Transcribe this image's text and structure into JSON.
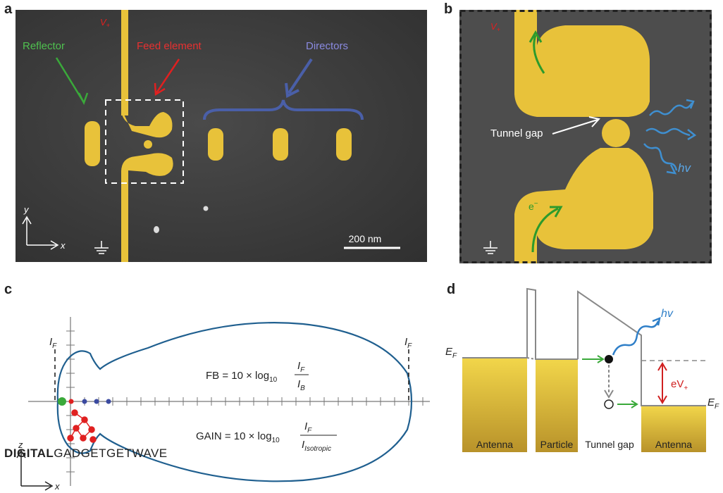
{
  "panels": {
    "a": {
      "label": "a",
      "vplus": "V",
      "vplus_sub": "+",
      "reflector": "Reflector",
      "feed": "Feed element",
      "directors": "Directors",
      "scalebar": "200 nm",
      "axis_x": "x",
      "axis_y": "y"
    },
    "b": {
      "label": "b",
      "vplus": "V",
      "vplus_sub": "+",
      "tunnel_gap": "Tunnel gap",
      "electron": "e",
      "electron_sup": "−",
      "photon": "hv"
    },
    "c": {
      "label": "c",
      "if_left": "I",
      "if_right": "I",
      "if_sub": "F",
      "fb_lhs": "FB = 10 × log",
      "fb_sub": "10",
      "fb_num": "I",
      "fb_num_sub": "F",
      "fb_den": "I",
      "fb_den_sub": "B",
      "gain_lhs": "GAIN = 10 × log",
      "gain_sub": "10",
      "gain_num": "I",
      "gain_num_sub": "F",
      "gain_den": "I",
      "gain_den_sub": "Isotropic",
      "axis_z": "z",
      "axis_x": "x"
    },
    "d": {
      "label": "d",
      "ef_left": "E",
      "ef_right": "E",
      "ef_sub": "F",
      "photon": "hv",
      "bias": "eV",
      "bias_sub": "+",
      "labels": [
        "Antenna",
        "Particle",
        "Tunnel gap",
        "Antenna"
      ]
    }
  },
  "watermark": {
    "bold": "DIGITAL",
    "light": "GADGETGETWAVE"
  },
  "colors": {
    "gold": "#e8c23a",
    "sem_bg": "#3a3a3a",
    "lobe": "#1f5f8f",
    "red": "#e02020",
    "green": "#3aa93a",
    "blue_label": "#7070c0",
    "photon": "#3f8fd0"
  }
}
